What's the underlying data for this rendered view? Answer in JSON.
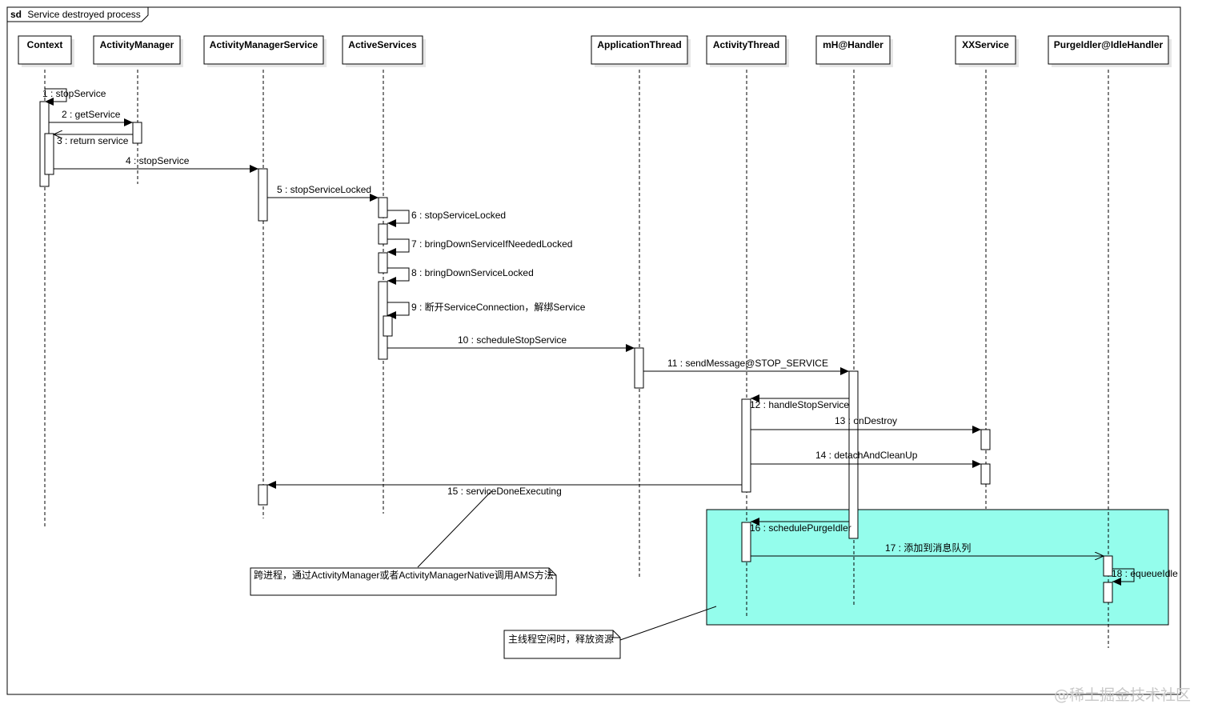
{
  "frame": {
    "keyword": "sd",
    "title": "Service destroyed process"
  },
  "participants": [
    "Context",
    "ActivityManager",
    "ActivityManagerService",
    "ActiveServices",
    "ApplicationThread",
    "ActivityThread",
    "mH@Handler",
    "XXService",
    "PurgeIdler@IdleHandler"
  ],
  "messages": [
    "1 : stopService",
    "2 : getService",
    "3 : return service",
    "4 : stopService",
    "5 : stopServiceLocked",
    "6 : stopServiceLocked",
    "7 : bringDownServiceIfNeededLocked",
    "8 : bringDownServiceLocked",
    "9 : 断开ServiceConnection，解绑Service",
    "10 : scheduleStopService",
    "11 : sendMessage@STOP_SERVICE",
    "12 : handleStopService",
    "13 : onDestroy",
    "14 : detachAndCleanUp",
    "15 : serviceDoneExecuting",
    "16 : schedulePurgeIdler",
    "17 : 添加到消息队列",
    "18 : equeueIdle"
  ],
  "notes": [
    "跨进程，通过ActivityManager或者ActivityManagerNative调用AMS方法",
    "主线程空闲时，释放资源"
  ],
  "colors": {
    "highlight": "#94fdec",
    "line": "#000000",
    "shadow": "#e6e6e6"
  },
  "watermark": "@稀土掘金技术社区"
}
